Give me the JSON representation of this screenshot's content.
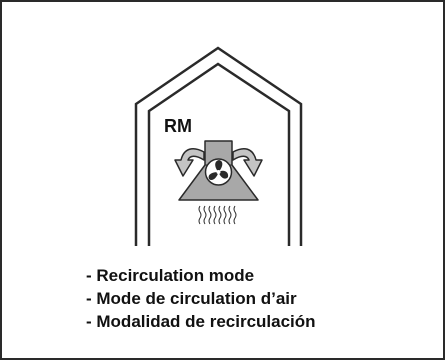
{
  "diagram": {
    "mode_label": "RM",
    "captions": [
      "- Recirculation mode",
      "- Mode de circulation d’air",
      "- Modalidad de recirculación"
    ],
    "colors": {
      "line": "#2a2a2a",
      "hood_fill": "#a8a8a8",
      "arrow_fill": "#c4c4c4",
      "text": "#111111"
    },
    "icons": [
      "house-icon",
      "cooker-hood-icon",
      "fan-icon",
      "airflow-arrow-icon",
      "heat-waves-icon"
    ]
  }
}
